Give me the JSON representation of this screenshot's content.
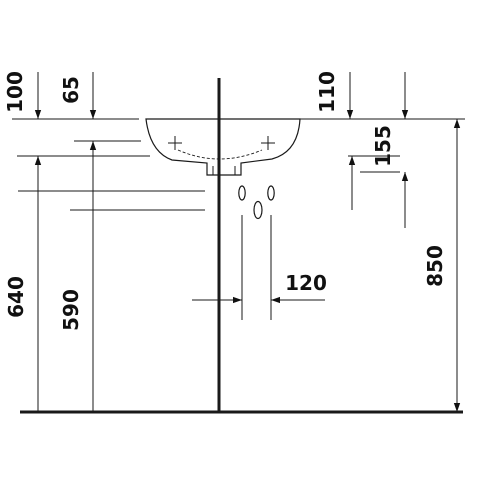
{
  "dimensions": {
    "left_top_offset": "100",
    "left_inner_offset": "65",
    "right_top_offset": "110",
    "basin_height": "155",
    "outlet_spacing": "120",
    "left_outer_height": "640",
    "left_inner_height": "590",
    "total_height": "850"
  },
  "colors": {
    "line": "#1a1a1a",
    "background": "#ffffff"
  }
}
